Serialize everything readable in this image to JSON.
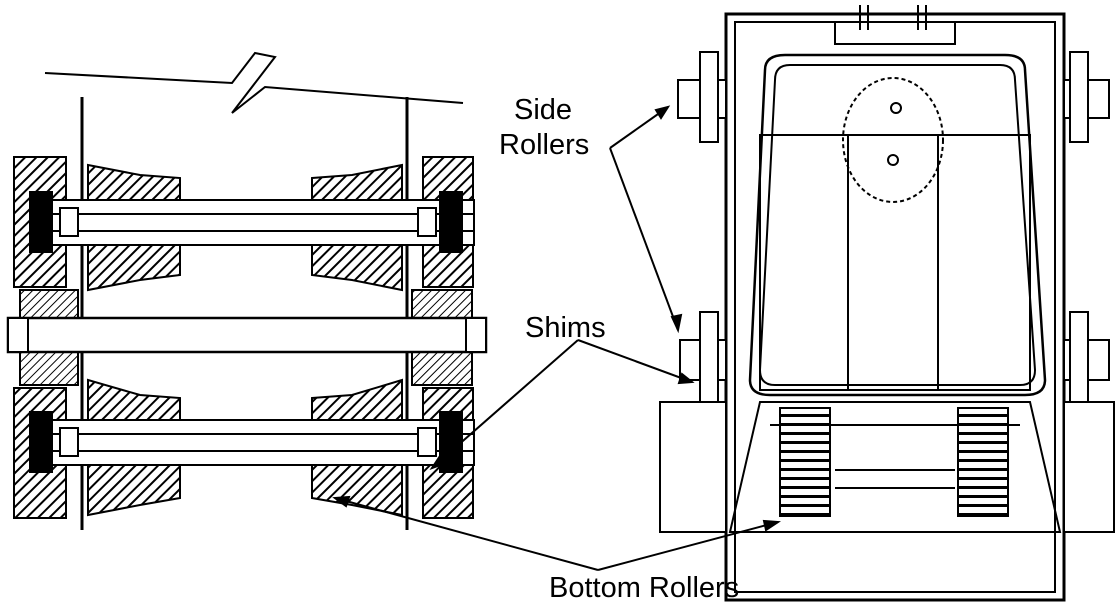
{
  "labels": {
    "side_rollers_line1": "Side",
    "side_rollers_line2": "Rollers",
    "shims": "Shims",
    "bottom_rollers": "Bottom Rollers"
  },
  "colors": {
    "line": "#000000",
    "background": "#ffffff"
  }
}
